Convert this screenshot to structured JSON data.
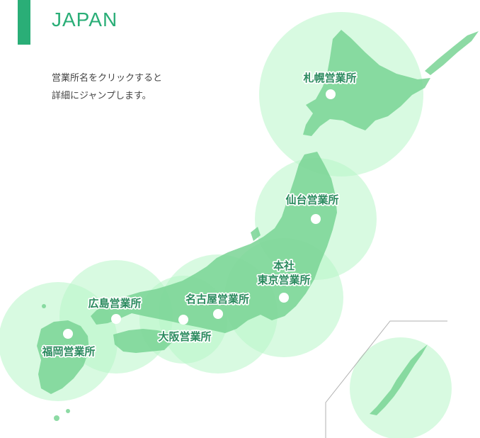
{
  "header": {
    "title": "JAPAN",
    "instructions_line1": "営業所名をクリックすると",
    "instructions_line2": "詳細にジャンプします。"
  },
  "colors": {
    "accent": "#2aae77",
    "circle_fill": "#b8f5c8",
    "land": "#79d494",
    "label": "#2a8a5e"
  },
  "offices": [
    {
      "id": "sapporo",
      "label": "札幌営業所"
    },
    {
      "id": "sendai",
      "label": "仙台営業所"
    },
    {
      "id": "tokyo",
      "label_line1": "本社",
      "label_line2": "東京営業所"
    },
    {
      "id": "nagoya",
      "label": "名古屋営業所"
    },
    {
      "id": "osaka",
      "label": "大阪営業所"
    },
    {
      "id": "hiroshima",
      "label": "広島営業所"
    },
    {
      "id": "fukuoka",
      "label": "福岡営業所"
    }
  ]
}
